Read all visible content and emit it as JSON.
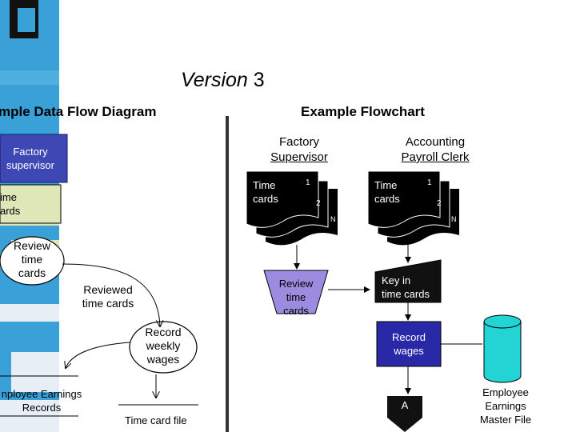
{
  "slide": {
    "title_word": "Version",
    "title_number": "3"
  },
  "left_panel": {
    "heading": "mple Data Flow Diagram",
    "factory_supervisor_line1": "Factory",
    "factory_supervisor_line2": "supervisor",
    "time_cards_line1": "ime",
    "time_cards_line2": "ards",
    "review_line1": "Review",
    "review_line2": "time",
    "review_line3": "cards",
    "reviewed_line1": "Reviewed",
    "reviewed_line2": "time cards",
    "record_line1": "Record",
    "record_line2": "weekly",
    "record_line3": "wages",
    "earnings_line1": "nployee Earnings",
    "earnings_line2": "Records",
    "time_card_file": "Time card file"
  },
  "right_panel": {
    "heading": "Example Flowchart",
    "factory_col_line1": "Factory",
    "factory_col_line2": "Supervisor",
    "payroll_col_line1": "Accounting",
    "payroll_col_line2": "Payroll Clerk",
    "doc_left_line1": "Time",
    "doc_left_line2": "cards",
    "doc_right_line1": "Time",
    "doc_right_line2": "cards",
    "doc_num_1": "1",
    "doc_num_2": "2",
    "doc_num_n": "N",
    "review_line1": "Review",
    "review_line2": "time",
    "review_line3": "cards",
    "key_line1": "Key in",
    "key_line2": "time cards",
    "record_line1": "Record",
    "record_line2": "wages",
    "offpage_label": "A",
    "master_line1": "Employee",
    "master_line2": "Earnings",
    "master_line3": "Master File"
  },
  "colors": {
    "strip_blue": "#3aa0d8",
    "strip_green": "#dfe6b8",
    "strip_dark": "#111111",
    "entity_blue": "#3d48b5",
    "process_blue": "#2929a8",
    "cylinder_cyan": "#22d4d4",
    "manual_op_purple": "#9c8ce0"
  }
}
